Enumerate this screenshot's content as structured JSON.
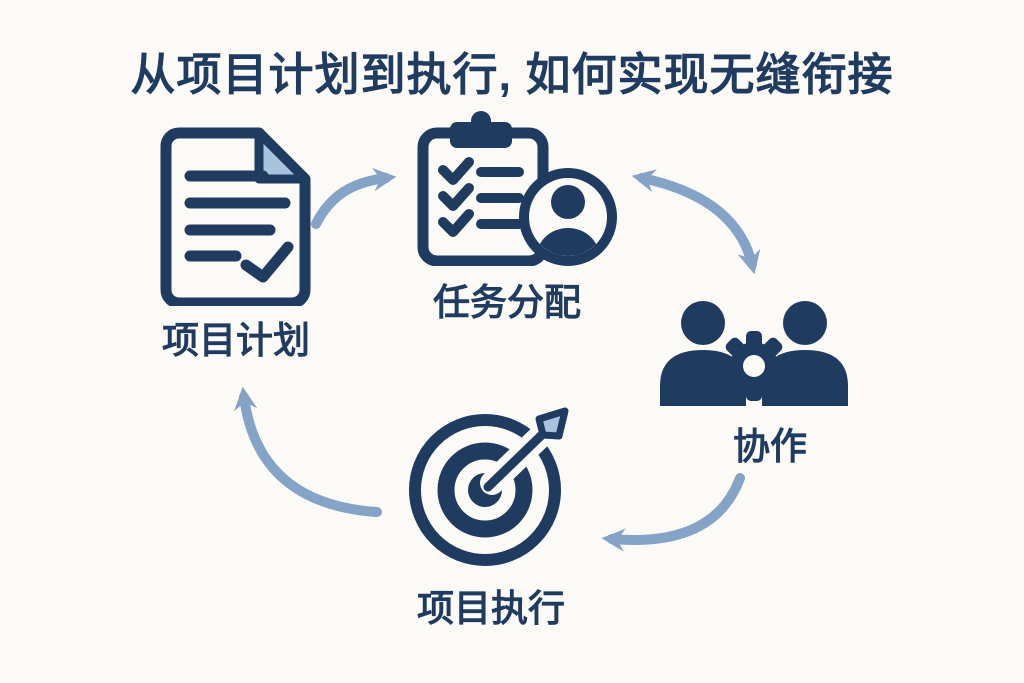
{
  "title": "从项目计划到执行, 如何实现无缝衔接",
  "nodes": [
    {
      "id": "project-plan",
      "label": "项目计划",
      "icon": "document-check-icon"
    },
    {
      "id": "task-allocation",
      "label": "任务分配",
      "icon": "clipboard-person-icon"
    },
    {
      "id": "collaboration",
      "label": "协作",
      "icon": "people-gear-icon"
    },
    {
      "id": "project-execution",
      "label": "项目执行",
      "icon": "target-arrow-icon"
    }
  ],
  "arrows": [
    {
      "from": "project-plan",
      "to": "task-allocation",
      "heads": "single"
    },
    {
      "from": "task-allocation",
      "to": "collaboration",
      "heads": "double"
    },
    {
      "from": "collaboration",
      "to": "project-execution",
      "heads": "single"
    },
    {
      "from": "project-execution",
      "to": "project-plan",
      "heads": "single"
    }
  ],
  "theme": {
    "navy": "#1f3b60",
    "steel_blue": "#85a3c7",
    "light_blue": "#a9c2dd",
    "background": "#fbfaf6"
  }
}
